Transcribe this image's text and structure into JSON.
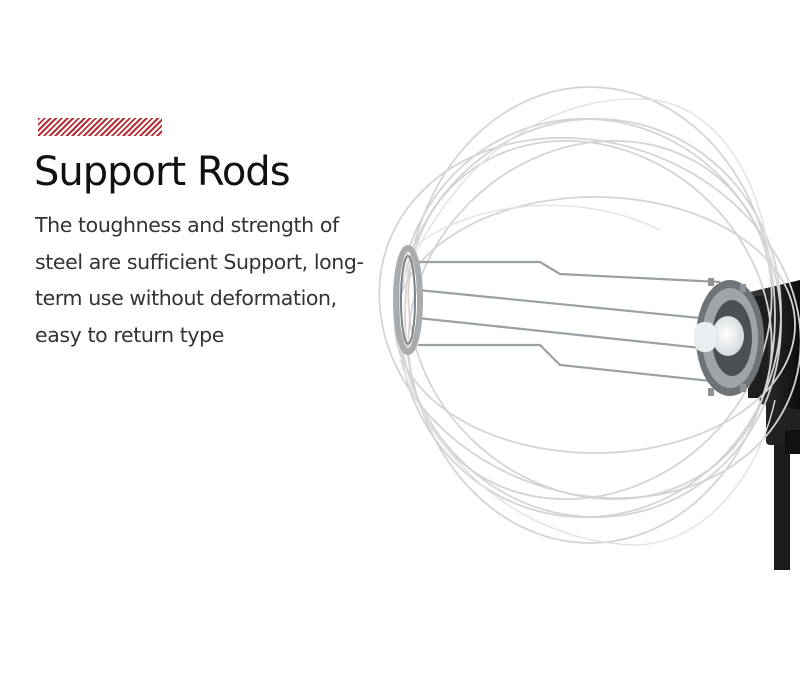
{
  "headline": "Support Rods",
  "description_lines": [
    "The toughness and strength of",
    "steel are sufficient Support, long-",
    "term use without deformation,",
    "easy to return type"
  ],
  "product_image": {
    "icon": "collapsible-lantern-softbox-frame-on-strobe"
  },
  "colors": {
    "accent_stripe": "#b3323a",
    "headline": "#111111",
    "body_text": "#333333",
    "background": "#ffffff"
  }
}
